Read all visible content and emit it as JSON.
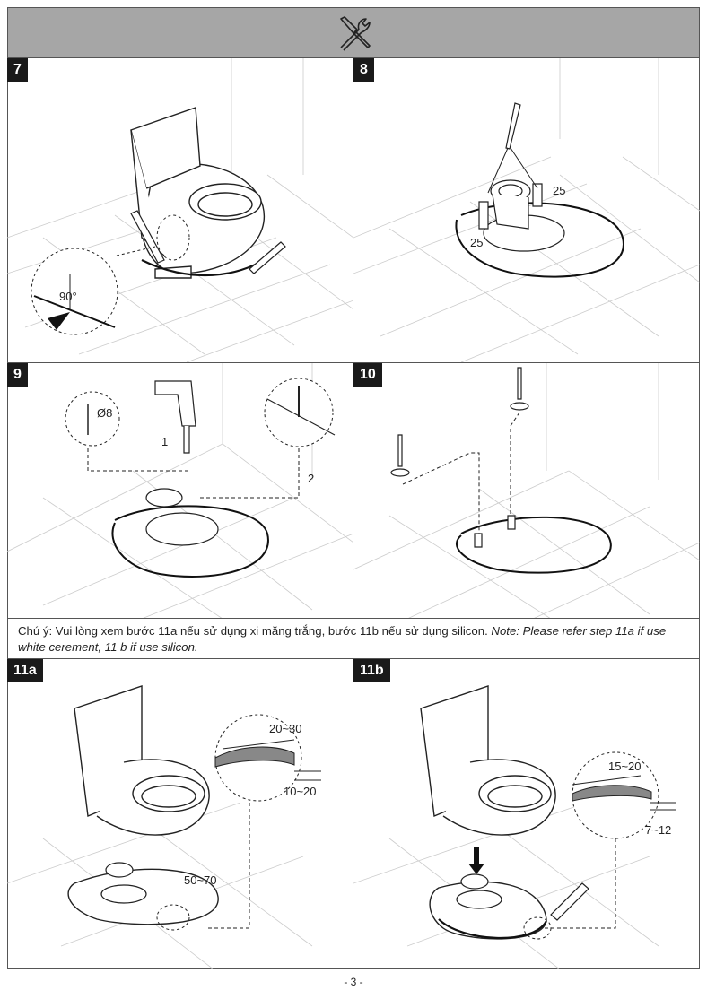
{
  "header": {
    "icon": "tools-icon"
  },
  "steps": [
    {
      "id": "7",
      "label": "7",
      "dims": {
        "angle": "90°"
      }
    },
    {
      "id": "8",
      "label": "8",
      "dims": {
        "d1": "25",
        "d2": "25"
      }
    },
    {
      "id": "9",
      "label": "9",
      "dims": {
        "drill": "Ø8",
        "step1": "1",
        "step2": "2"
      }
    },
    {
      "id": "10",
      "label": "10"
    },
    {
      "id": "11a",
      "label": "11a",
      "dims": {
        "top": "20~30",
        "bottom": "10~20",
        "depth": "50~70"
      }
    },
    {
      "id": "11b",
      "label": "11b",
      "dims": {
        "top": "15~20",
        "bottom": "7~12"
      }
    }
  ],
  "note": {
    "vi": "Chú ý: Vui lòng xem bước 11a nếu sử dụng xi măng trắng, bước 11b nếu sử dụng silicon.",
    "en": "Note: Please refer step 11a if use  white cerement, 11 b if use silicon."
  },
  "footer": {
    "page": "- 3 -"
  }
}
